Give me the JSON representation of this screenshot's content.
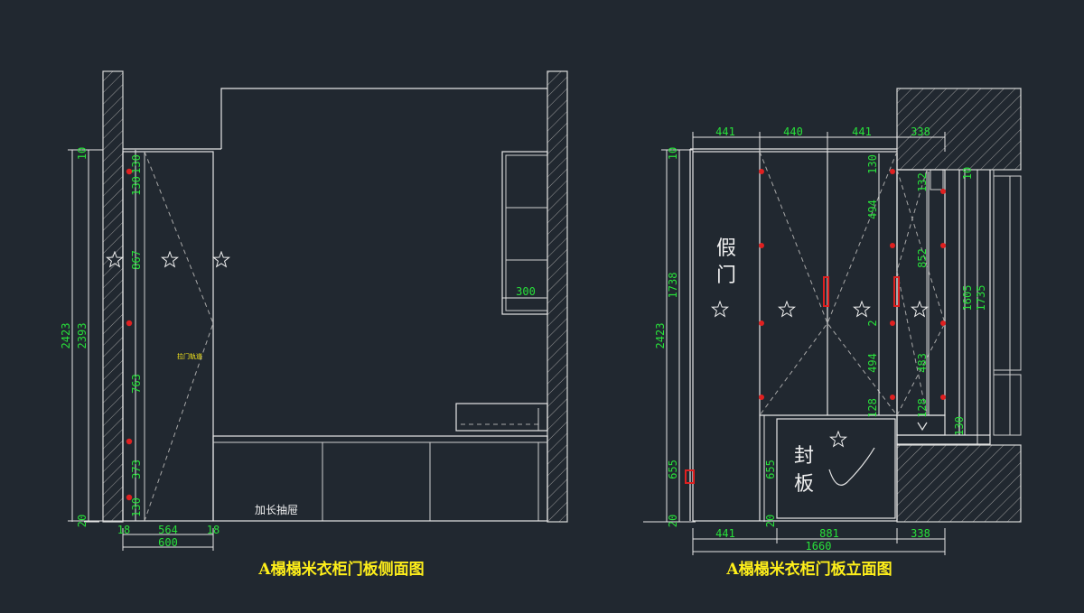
{
  "left_view": {
    "title": "A榻榻米衣柜门板侧面图",
    "drawer_label": "加长抽屉",
    "small_label": "拉门轨道",
    "dims": {
      "h_total": "2423",
      "h_inner": "2393",
      "top": "10",
      "bottom": "20",
      "seg_130_top": "130",
      "seg_130_top2": "130",
      "seg_867": "867",
      "seg_763": "763",
      "seg_373": "373",
      "seg_130_bot": "130",
      "panel_18_left": "18",
      "panel_564": "564",
      "panel_18_right": "18",
      "panel_600": "600",
      "shelf_300": "300"
    }
  },
  "right_view": {
    "title": "A榻榻米衣柜门板立面图",
    "fake_door_label": "假\n门",
    "fake_door_c1": "假",
    "fake_door_c2": "门",
    "seal_c1": "封",
    "seal_c2": "板",
    "dims": {
      "top_441a": "441",
      "top_440": "440",
      "top_441b": "441",
      "top_338": "338",
      "h_2423": "2423",
      "h_1738": "1738",
      "h_10": "10",
      "h_655": "655",
      "h_20": "20",
      "h_655b": "655",
      "h_20b": "20",
      "r_130": "130",
      "r_494a": "494",
      "r_2": "2",
      "r_494b": "494",
      "r_128": "128",
      "r2_132": "132",
      "r2_852": "852",
      "r2_483": "483",
      "r2_128": "128",
      "r2_130": "130",
      "r3_10": "10",
      "r3_1605": "1605",
      "r3_1735": "1735",
      "bot_441": "441",
      "bot_881": "881",
      "bot_338": "338",
      "bot_1660": "1660"
    }
  },
  "colors": {
    "background": "#212830",
    "lines": "#e6e6e6",
    "dimension_text": "#28e03a",
    "title_text": "#ffef1a",
    "hinge": "#e02020"
  }
}
